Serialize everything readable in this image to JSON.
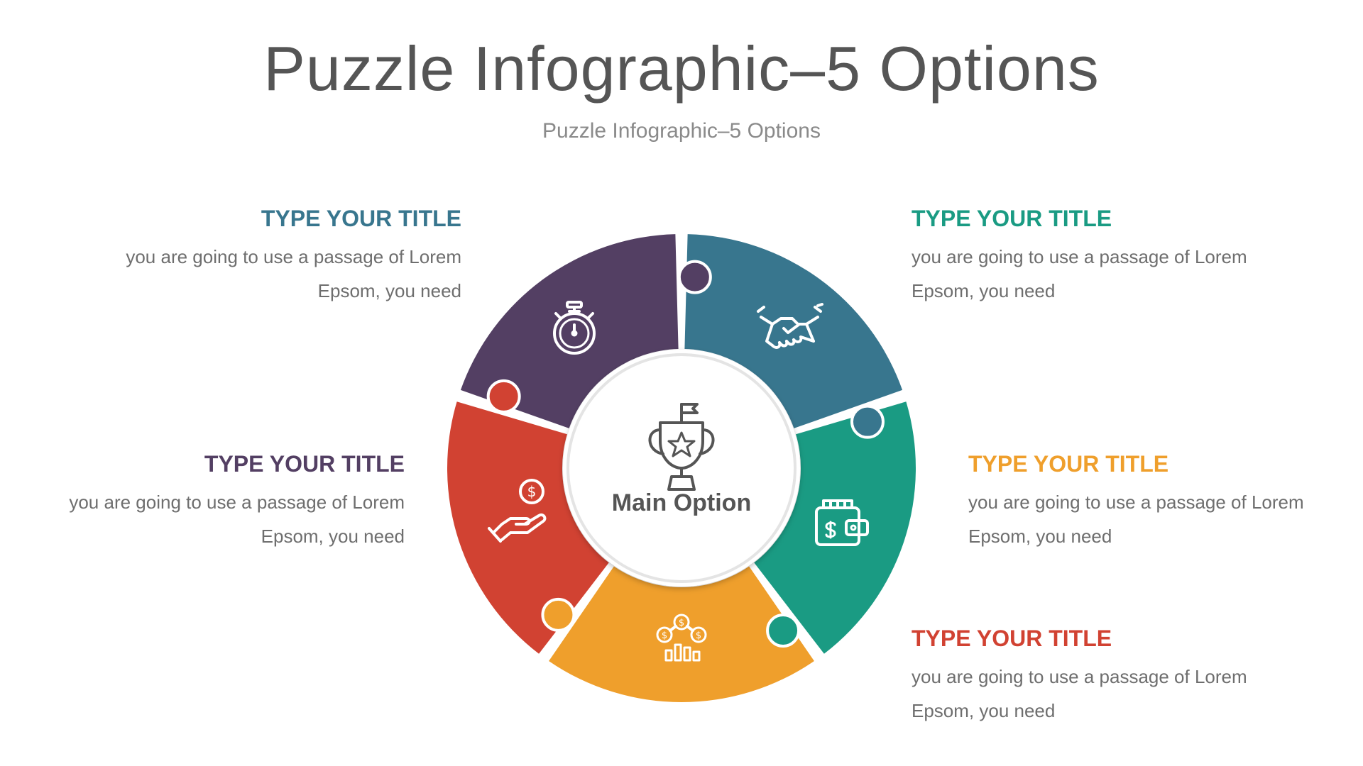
{
  "header": {
    "title": "Puzzle Infographic–5 Options",
    "subtitle": "Puzzle Infographic–5 Options"
  },
  "center": {
    "label": "Main Option",
    "icon": "trophy-icon"
  },
  "options": [
    {
      "title": "TYPE YOUR TITLE",
      "line1": "you are going to use a passage of Lorem",
      "line2": "Epsom, you need",
      "color": "#38768e",
      "icon": "stopwatch-icon"
    },
    {
      "title": "TYPE YOUR TITLE",
      "line1": "you are going to use a passage of Lorem",
      "line2": "Epsom, you need",
      "color": "#1a9b83",
      "icon": "handshake-icon"
    },
    {
      "title": "TYPE YOUR TITLE",
      "line1": "you are going to use a passage of Lorem",
      "line2": "Epsom, you need",
      "color": "#ef9f2c",
      "icon": "wallet-icon"
    },
    {
      "title": "TYPE YOUR TITLE",
      "line1": "you are going to use a passage of Lorem",
      "line2": "Epsom, you need",
      "color": "#d14232",
      "icon": "money-chart-icon"
    },
    {
      "title": "TYPE YOUR TITLE",
      "line1": "you are going to use a passage of Lorem",
      "line2": "Epsom, you need",
      "color": "#533f63",
      "icon": "hand-coin-icon"
    }
  ]
}
